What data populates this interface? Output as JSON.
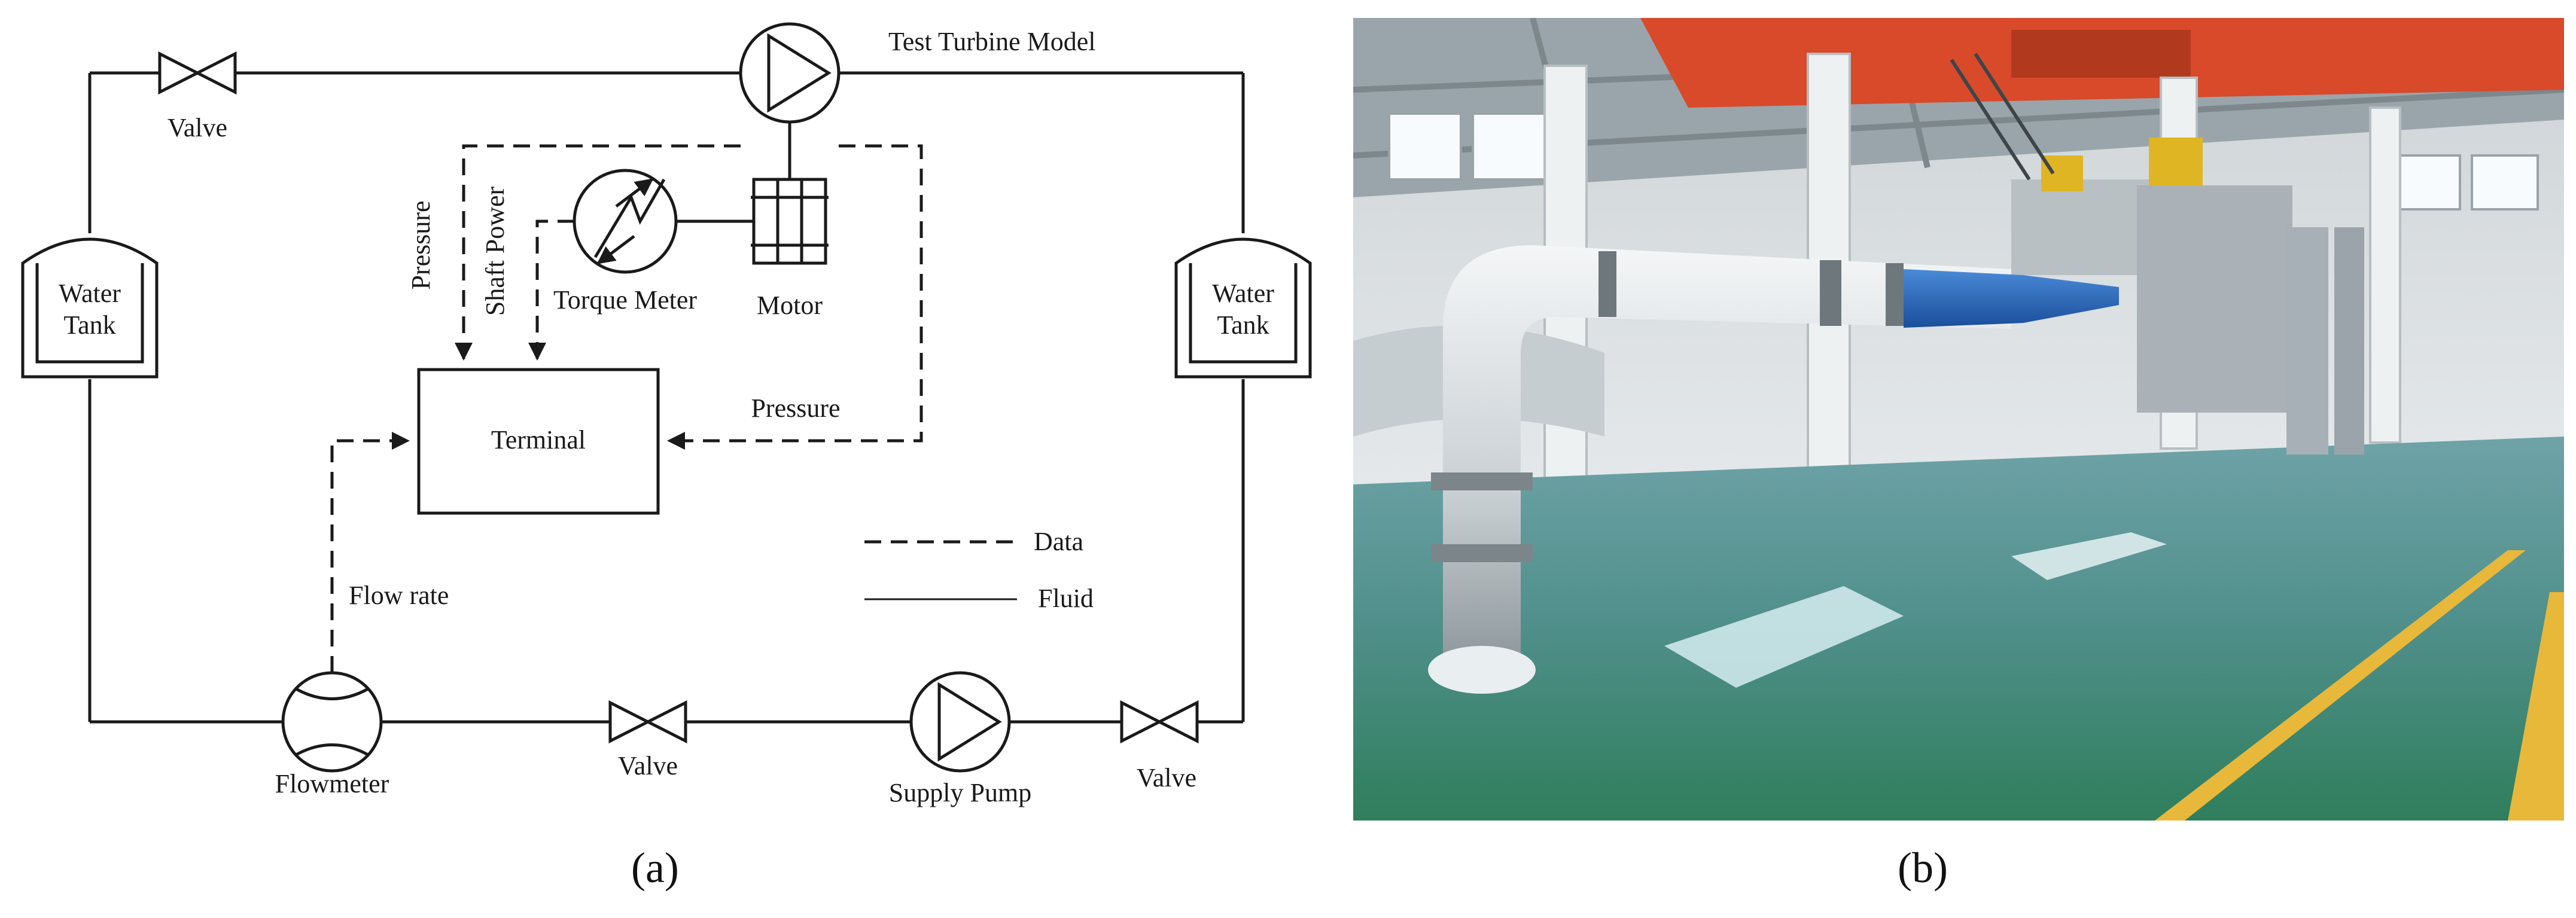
{
  "panel_a": {
    "caption": "(a)",
    "labels": {
      "test_turbine": "Test Turbine Model",
      "valve_top": "Valve",
      "water_tank_left_1": "Water",
      "water_tank_left_2": "Tank",
      "water_tank_right_1": "Water",
      "water_tank_right_2": "Tank",
      "pressure_left": "Pressure",
      "shaft_power": "Shaft Power",
      "torque_meter": "Torque Meter",
      "motor": "Motor",
      "terminal": "Terminal",
      "pressure_right": "Pressure",
      "flow_rate": "Flow rate",
      "legend_data": "Data",
      "legend_fluid": "Fluid",
      "flowmeter": "Flowmeter",
      "valve_bottom_mid": "Valve",
      "supply_pump": "Supply Pump",
      "valve_bottom_right": "Valve"
    }
  },
  "panel_b": {
    "caption": "(b)"
  }
}
